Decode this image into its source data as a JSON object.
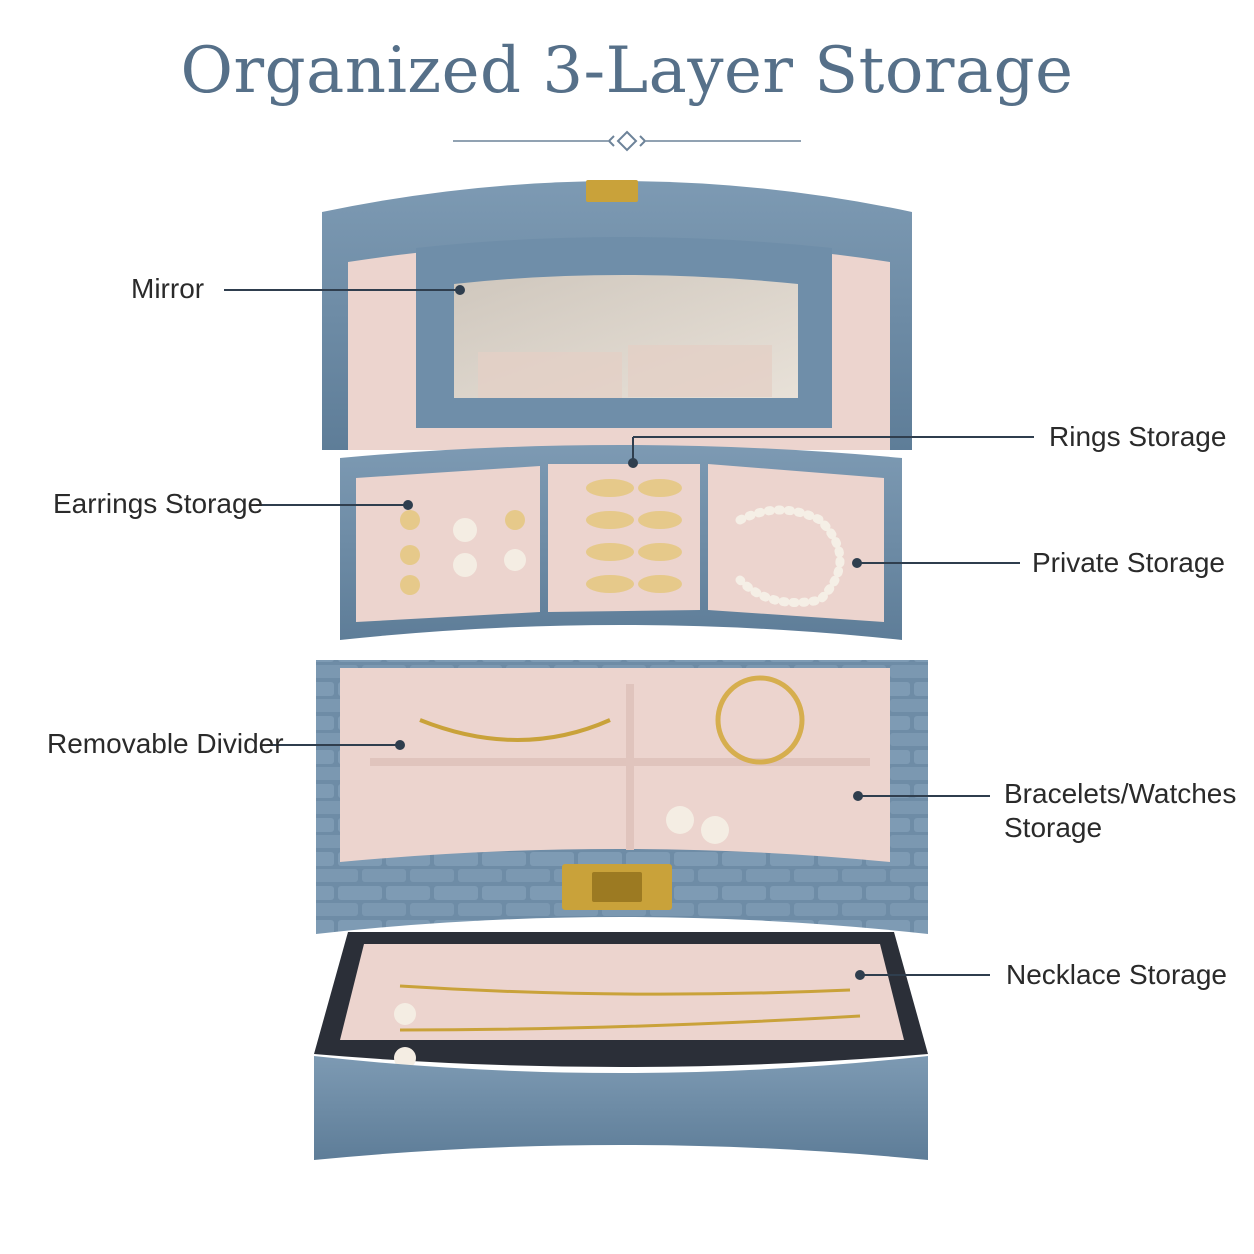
{
  "title": "Organized 3-Layer Storage",
  "colors": {
    "title": "#567089",
    "box_blue": "#6f8ea9",
    "lining_pink": "#ecd4ce",
    "brass": "#c9a23a",
    "callout_line": "#2f3e4e"
  },
  "labels": {
    "mirror": "Mirror",
    "earrings": "Earrings Storage",
    "removable_divider": "Removable Divider",
    "rings": "Rings Storage",
    "private": "Private Storage",
    "bracelets": "Bracelets/Watches Storage",
    "necklace": "Necklace Storage"
  }
}
